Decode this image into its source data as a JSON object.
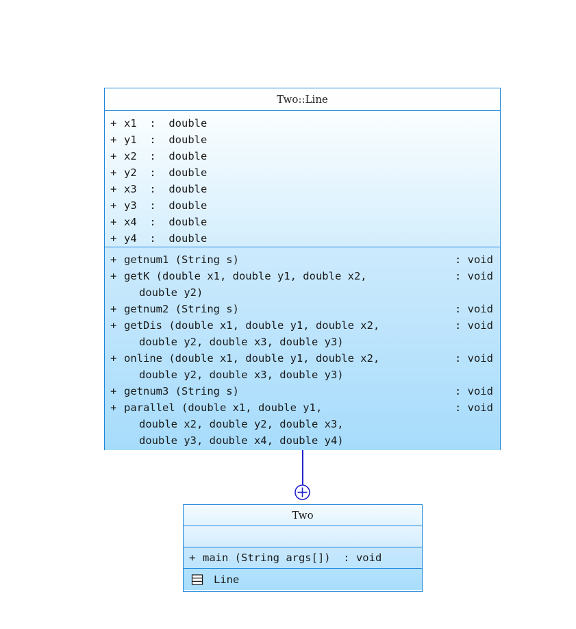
{
  "canvas": {
    "background": "#ffffff",
    "border_color": "#1e86d8",
    "connector_color": "#2222cc",
    "text_color": "#1a1a1a"
  },
  "line_class": {
    "title": "Two::Line",
    "attributes": [
      {
        "visibility": "+",
        "text": "x1  :  double"
      },
      {
        "visibility": "+",
        "text": "y1  :  double"
      },
      {
        "visibility": "+",
        "text": "x2  :  double"
      },
      {
        "visibility": "+",
        "text": "y2  :  double"
      },
      {
        "visibility": "+",
        "text": "x3  :  double"
      },
      {
        "visibility": "+",
        "text": "y3  :  double"
      },
      {
        "visibility": "+",
        "text": "x4  :  double"
      },
      {
        "visibility": "+",
        "text": "y4  :  double"
      }
    ],
    "methods": [
      {
        "visibility": "+",
        "line1": "getnum1 (String s)",
        "line2": "",
        "return": ": void"
      },
      {
        "visibility": "+",
        "line1": "getK (double x1, double y1, double x2,",
        "line2": "double y2)",
        "return": ": void"
      },
      {
        "visibility": "+",
        "line1": "getnum2 (String s)",
        "line2": "",
        "return": ": void"
      },
      {
        "visibility": "+",
        "line1": "getDis (double x1, double y1, double x2,",
        "line2": "double y2, double x3, double y3)",
        "return": ": void"
      },
      {
        "visibility": "+",
        "line1": "online (double x1, double y1, double x2,",
        "line2": "double y2, double x3, double y3)",
        "return": ": void"
      },
      {
        "visibility": "+",
        "line1": "getnum3 (String s)",
        "line2": "",
        "return": ": void"
      },
      {
        "visibility": "+",
        "line1": "parallel (double x1, double y1,",
        "line2": "double x2, double y2, double x3,\ndouble y3, double x4, double y4)",
        "return": ": void"
      }
    ]
  },
  "relationship": {
    "type": "containment",
    "symbol": "circle-plus",
    "from": "Two",
    "to": "Two::Line"
  },
  "two_class": {
    "title": "Two",
    "attributes": [],
    "methods": [
      {
        "visibility": "+",
        "line1": "main (String args[])  : void",
        "line2": "",
        "return": ""
      }
    ],
    "nested": [
      {
        "icon": "class-icon",
        "label": "Line"
      }
    ]
  }
}
